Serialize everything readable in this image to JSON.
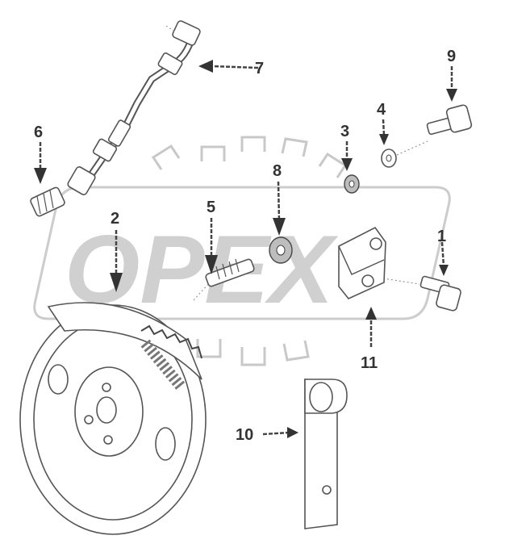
{
  "watermark": {
    "text": "OPEX"
  },
  "callouts": [
    {
      "id": "1",
      "label": "1"
    },
    {
      "id": "2",
      "label": "2"
    },
    {
      "id": "3",
      "label": "3"
    },
    {
      "id": "4",
      "label": "4"
    },
    {
      "id": "5",
      "label": "5"
    },
    {
      "id": "6",
      "label": "6"
    },
    {
      "id": "7",
      "label": "7"
    },
    {
      "id": "8",
      "label": "8"
    },
    {
      "id": "9",
      "label": "9"
    },
    {
      "id": "10",
      "label": "10"
    },
    {
      "id": "11",
      "label": "11"
    }
  ],
  "parts": [
    "fuel-pipe",
    "banjo-fitting",
    "idler-gear",
    "washer",
    "stud",
    "bolt",
    "bracket",
    "shaft-support",
    "nut"
  ]
}
